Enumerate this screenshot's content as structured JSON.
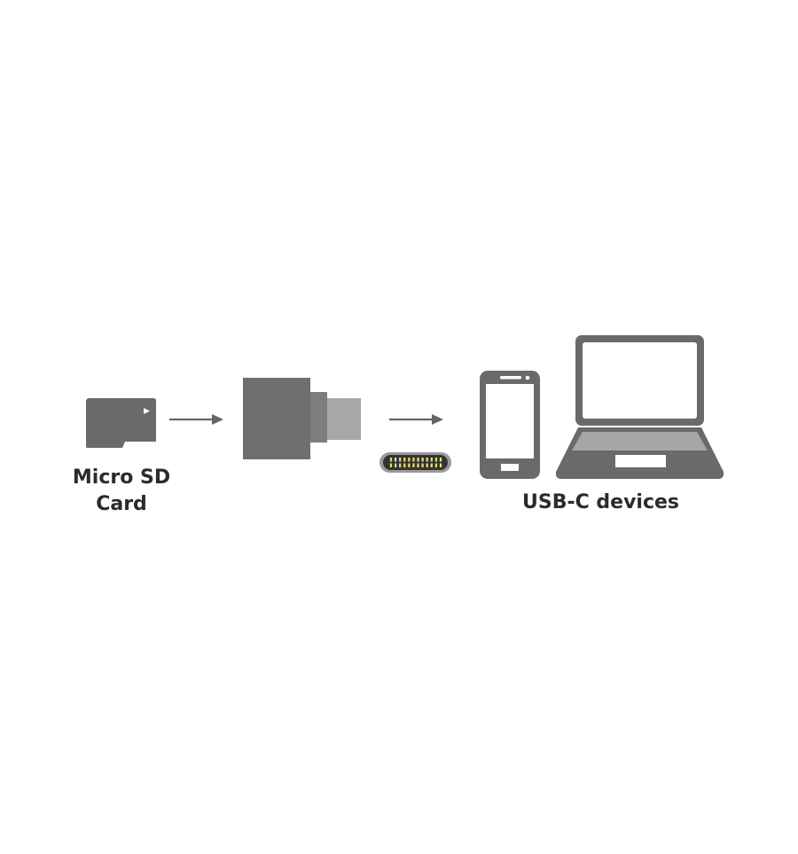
{
  "labels": {
    "micro_sd_line1": "Micro SD",
    "micro_sd_line2": "Card",
    "usb_c_devices": "USB-C devices"
  },
  "icons": {
    "micro_sd_card": "micro-sd-card-icon",
    "arrow_1": "arrow-right-icon",
    "card_reader": "usb-c-card-reader-icon",
    "arrow_2": "arrow-right-icon",
    "usb_c_port": "usb-c-port-icon",
    "smartphone": "smartphone-icon",
    "laptop": "laptop-icon"
  },
  "colors": {
    "dark_gray": "#686868",
    "mid_gray": "#808080",
    "light_gray": "#a6a6a6",
    "pin_yellow": "#e8e070",
    "text": "#2b2b2b",
    "background": "#ffffff"
  }
}
